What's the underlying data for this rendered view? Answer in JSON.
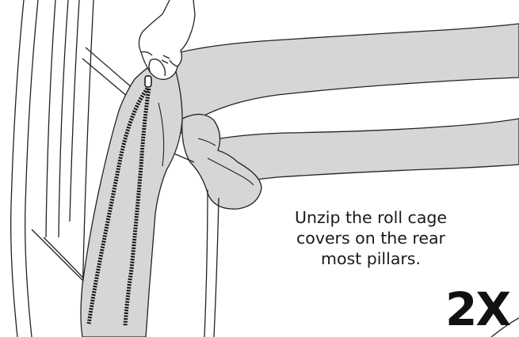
{
  "instruction": {
    "line1": "Unzip the roll cage",
    "line2": "covers on the rear",
    "line3": "most pillars."
  },
  "quantity": "2X",
  "colors": {
    "cover_fill": "#d6d6d6",
    "line": "#222222",
    "zipper": "#111111",
    "background": "#ffffff"
  }
}
